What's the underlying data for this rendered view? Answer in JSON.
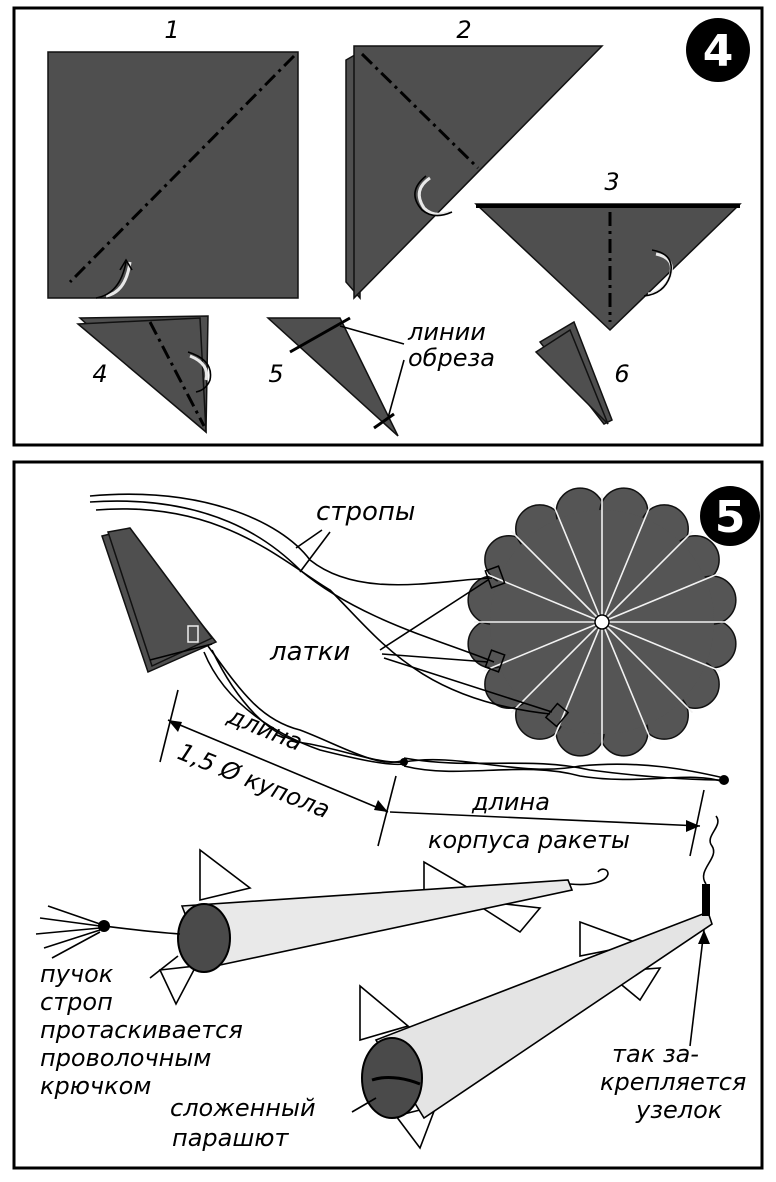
{
  "panel4": {
    "badge": "4",
    "step_labels": [
      "1",
      "2",
      "3",
      "4",
      "5",
      "6"
    ],
    "cut_lines_label": [
      "линии",
      "обреза"
    ]
  },
  "panel5": {
    "badge": "5",
    "shroud_lines": "стропы",
    "patches": "латки",
    "length_left": [
      "длина",
      "1,5 Ø купола"
    ],
    "length_right": [
      "длина",
      "корпуса ракеты"
    ],
    "bundle_note": [
      "пучок",
      "строп",
      "протаскивается",
      "проволочным",
      "крючком"
    ],
    "folded_chute": [
      "сложенный",
      "парашют"
    ],
    "knot_note": [
      "так за-",
      "крепляется",
      "узелок"
    ]
  },
  "colors": {
    "paper": "#4f4f4f",
    "ink": "#000000",
    "background": "#ffffff"
  }
}
